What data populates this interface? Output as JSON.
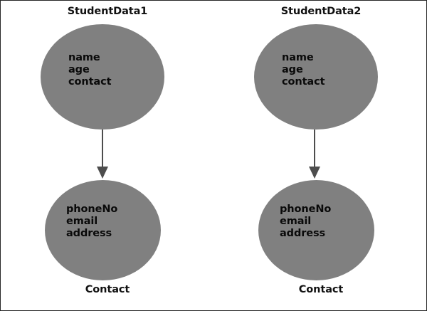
{
  "diagram": {
    "type": "er-generalization-diagram",
    "background_color": "#ffffff",
    "node_fill_color": "#808080",
    "text_color": "#0a0a0a",
    "connector_color": "#4d4d4d",
    "border_color": "#262626",
    "groups": [
      {
        "id": "group-1",
        "top_label": "StudentData1",
        "top_attributes": [
          "name",
          "age",
          "contact"
        ],
        "bottom_attributes": [
          "phoneNo",
          "email",
          "address"
        ],
        "bottom_label": "Contact",
        "connector": "arrow-down"
      },
      {
        "id": "group-2",
        "top_label": "StudentData2",
        "top_attributes": [
          "name",
          "age",
          "contact"
        ],
        "bottom_attributes": [
          "phoneNo",
          "email",
          "address"
        ],
        "bottom_label": "Contact",
        "connector": "arrow-down"
      }
    ]
  }
}
